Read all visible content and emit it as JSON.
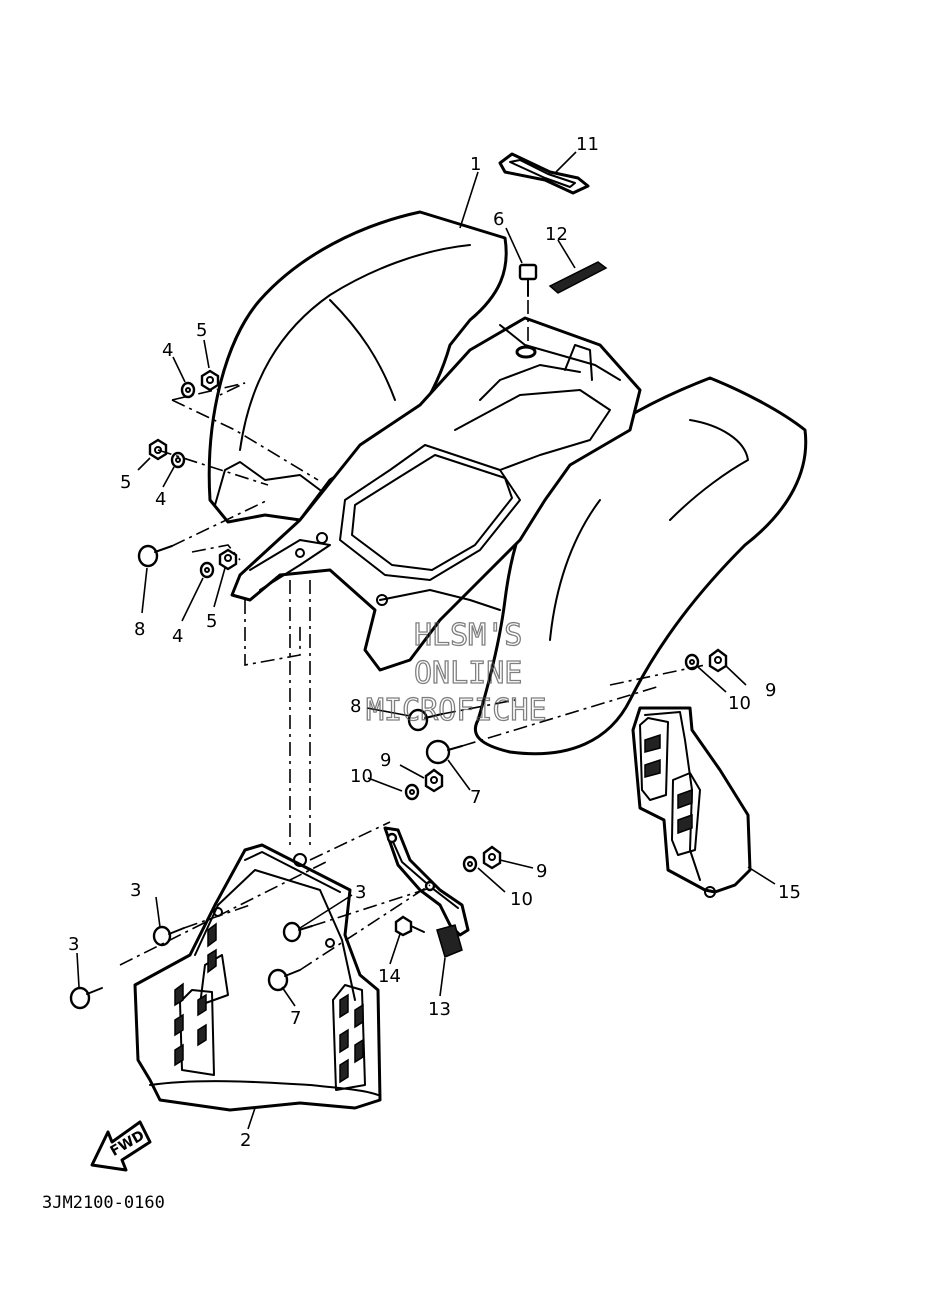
{
  "diagram": {
    "drawing_code": "3JM2100-0160",
    "direction_label": "FWD",
    "watermark": [
      "HLSM'S",
      "ONLINE",
      "MICROFICHE"
    ]
  },
  "callouts": [
    {
      "id": "c1",
      "label": "1",
      "part": "rear fender"
    },
    {
      "id": "c2",
      "label": "2",
      "part": "rear flap"
    },
    {
      "id": "c3a",
      "label": "3",
      "part": "screw"
    },
    {
      "id": "c3b",
      "label": "3",
      "part": "screw"
    },
    {
      "id": "c3c",
      "label": "3",
      "part": "screw"
    },
    {
      "id": "c4a",
      "label": "4",
      "part": "washer"
    },
    {
      "id": "c4b",
      "label": "4",
      "part": "washer"
    },
    {
      "id": "c4c",
      "label": "4",
      "part": "washer"
    },
    {
      "id": "c5a",
      "label": "5",
      "part": "nut"
    },
    {
      "id": "c5b",
      "label": "5",
      "part": "nut"
    },
    {
      "id": "c5c",
      "label": "5",
      "part": "nut"
    },
    {
      "id": "c6",
      "label": "6",
      "part": "bolt"
    },
    {
      "id": "c7a",
      "label": "7",
      "part": "screw"
    },
    {
      "id": "c7b",
      "label": "7",
      "part": "screw"
    },
    {
      "id": "c8a",
      "label": "8",
      "part": "bolt"
    },
    {
      "id": "c8b",
      "label": "8",
      "part": "bolt"
    },
    {
      "id": "c9a",
      "label": "9",
      "part": "nut"
    },
    {
      "id": "c9b",
      "label": "9",
      "part": "nut"
    },
    {
      "id": "c9c",
      "label": "9",
      "part": "nut"
    },
    {
      "id": "c10a",
      "label": "10",
      "part": "washer"
    },
    {
      "id": "c10b",
      "label": "10",
      "part": "washer"
    },
    {
      "id": "c10c",
      "label": "10",
      "part": "washer"
    },
    {
      "id": "c11",
      "label": "11",
      "part": "band"
    },
    {
      "id": "c12",
      "label": "12",
      "part": "label"
    },
    {
      "id": "c13",
      "label": "13",
      "part": "stay"
    },
    {
      "id": "c14",
      "label": "14",
      "part": "bolt"
    },
    {
      "id": "c15",
      "label": "15",
      "part": "flap"
    }
  ]
}
